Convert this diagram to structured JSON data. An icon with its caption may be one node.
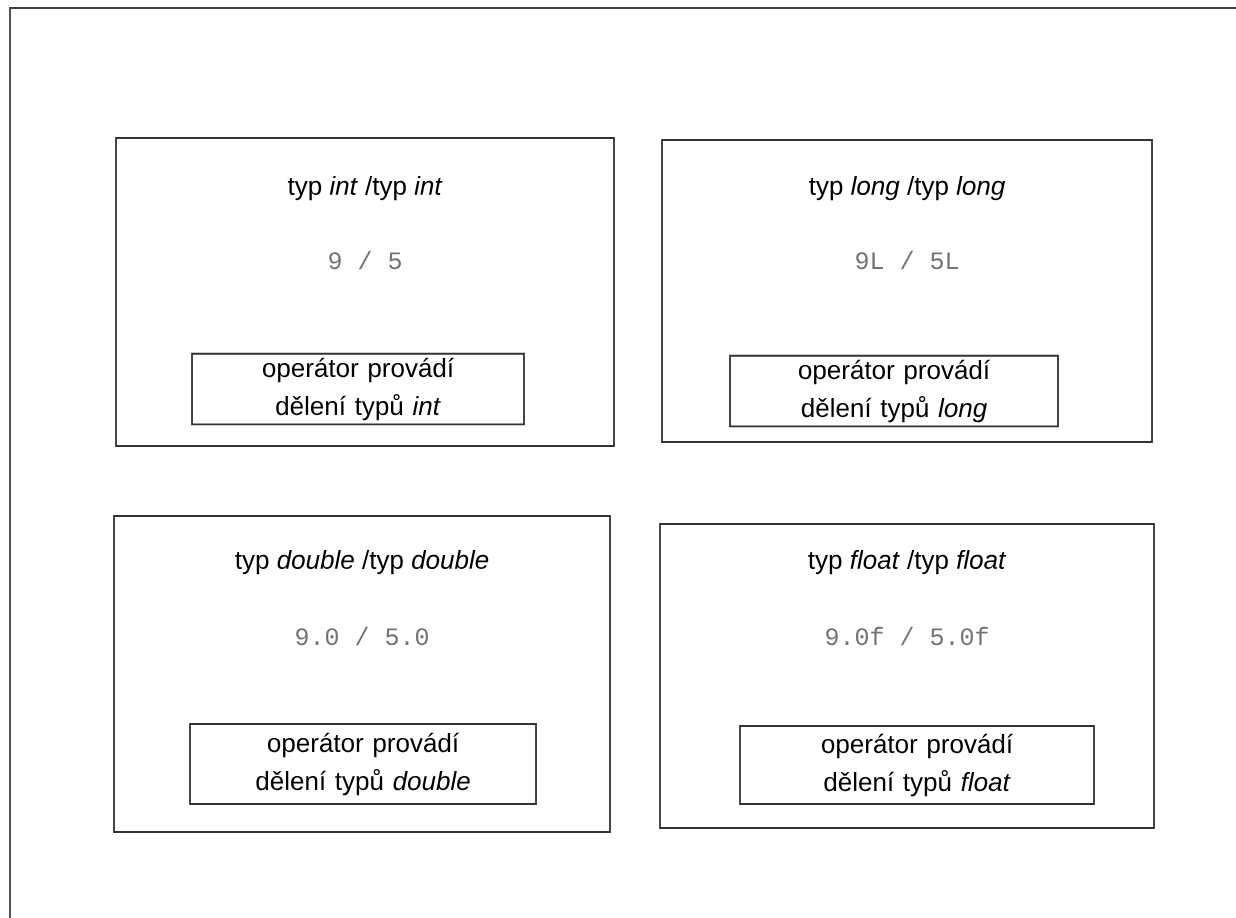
{
  "diagram": {
    "nodes": [
      {
        "text": [
          "typ *int* /typ *int*",
          "9 / 5"
        ]
      },
      {
        "text": [
          "operátor provádí dělení typů *int*"
        ],
        "in": 0
      },
      {
        "text": [
          "typ *long* /typ *long*",
          "9L / 5L"
        ]
      },
      {
        "text": [
          "operátor provádí dělení typů *long*"
        ],
        "in": 2
      },
      {
        "text": [
          "typ *double* /typ *double*",
          "9.0 / 5.0"
        ]
      },
      {
        "text": [
          "operátor provádí dělení typů *double*"
        ],
        "in": 4
      },
      {
        "text": [
          "typ *float* /typ *float*",
          "9.0f / 5.0f"
        ]
      },
      {
        "text": [
          "operátor provádí dělení typů *float*"
        ],
        "in": 6
      }
    ]
  }
}
